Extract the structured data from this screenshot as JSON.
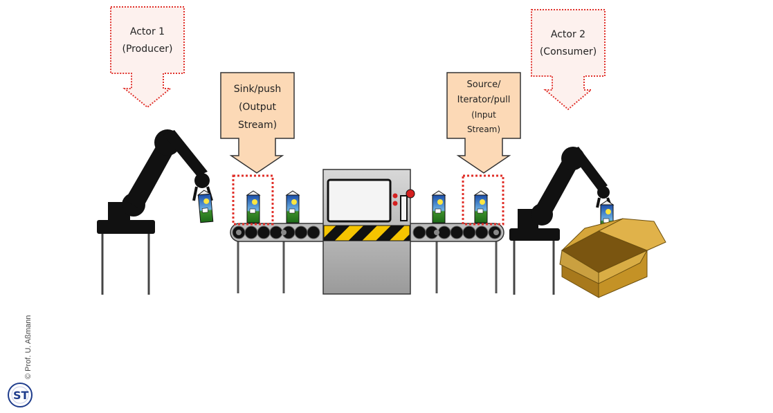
{
  "callouts": {
    "actor1": [
      "Actor 1",
      "(Producer)"
    ],
    "actor2": [
      "Actor 2",
      "(Consumer)"
    ],
    "sink": [
      "Sink/push",
      "(Output",
      "Stream)"
    ],
    "source": [
      "Source/",
      "Iterator/pull",
      "(Input",
      "Stream)"
    ]
  },
  "footer": {
    "copyright": "© Prof. U. Aßmann",
    "logo_text": "ST"
  },
  "colors": {
    "producer_border": "#e0302a",
    "producer_fill": "#fdf1ee",
    "stream_fill": "#fcd9b6",
    "stream_stroke": "#333333",
    "robot": "#000000",
    "belt_hazard_yellow": "#f5c400",
    "box": "#c79a2a"
  }
}
